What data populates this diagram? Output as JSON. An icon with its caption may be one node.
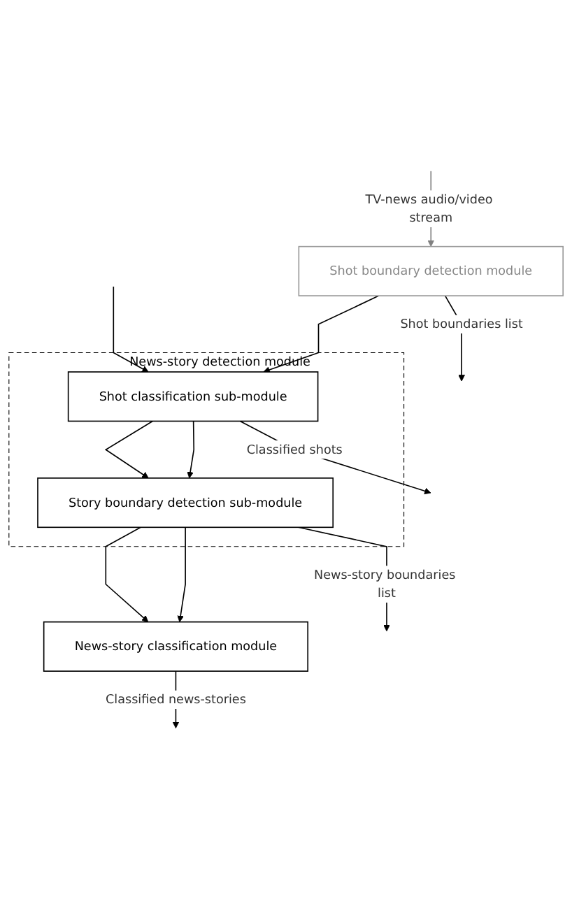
{
  "diagram": {
    "nodes": [
      {
        "text": [
          "Shot boundary detection module"
        ]
      },
      {
        "text": [
          "News-story detection module"
        ]
      },
      {
        "text": [
          "Shot classification sub-module"
        ],
        "in": 1
      },
      {
        "text": [
          "Story boundary detection sub-module"
        ],
        "in": 1
      },
      {
        "text": [
          "News-story classification module"
        ]
      }
    ],
    "edges": [
      {
        "from": null,
        "to": 0,
        "arrow": "to",
        "label": "TV-news audio/video stream",
        "color": "#808080"
      },
      {
        "from": null,
        "to": 2,
        "arrow": "to"
      },
      {
        "from": 0,
        "to": 2,
        "arrow": "to"
      },
      {
        "from": 0,
        "to": null,
        "arrow": "to",
        "label": "Shot boundaries list"
      },
      {
        "from": 2,
        "to": 3,
        "arrow": "to"
      },
      {
        "from": 2,
        "to": 3,
        "arrow": "to"
      },
      {
        "from": 2,
        "to": null,
        "arrow": "to",
        "label": "Classified shots"
      },
      {
        "from": 3,
        "to": 4,
        "arrow": "to"
      },
      {
        "from": 3,
        "to": 4,
        "arrow": "to"
      },
      {
        "from": 3,
        "to": null,
        "arrow": "to",
        "label": "News-story boundaries list"
      },
      {
        "from": 4,
        "to": null,
        "arrow": "to",
        "label": "Classified news-stories"
      }
    ]
  }
}
